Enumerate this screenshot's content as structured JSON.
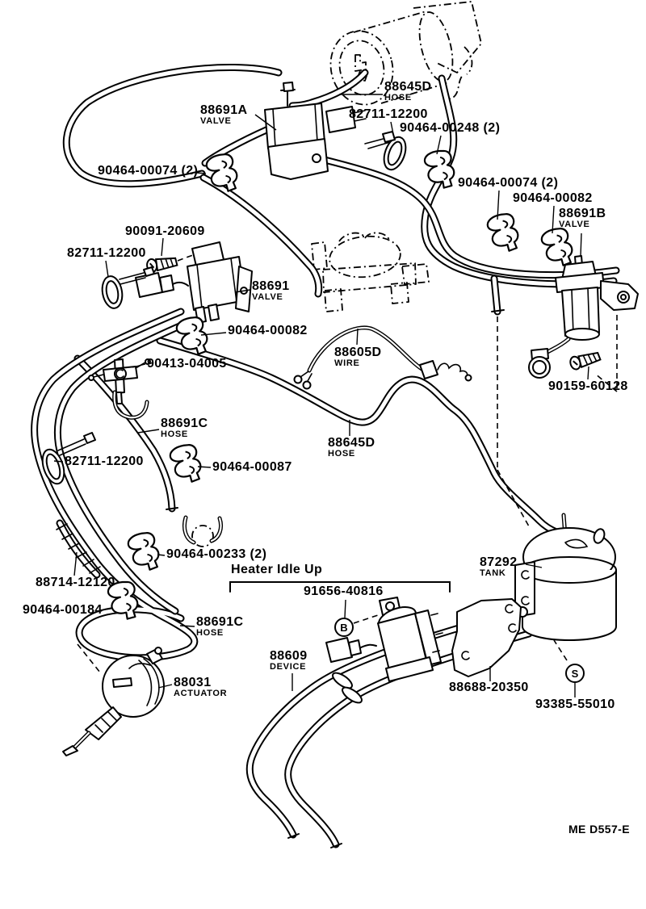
{
  "diagram": {
    "figure_code": "ME D557-E",
    "system_note": "Heater Idle Up",
    "callout_b": "B",
    "callout_s": "S"
  },
  "labels": {
    "hose_top": {
      "number": "88645D",
      "sub": "HOSE"
    },
    "valve_a": {
      "number": "88691A",
      "sub": "VALVE"
    },
    "clamp_top": {
      "number": "82711-12200"
    },
    "clip_00248": {
      "number": "90464-00248 (2)"
    },
    "clip_00074_left": {
      "number": "90464-00074 (2)"
    },
    "clip_00074_right": {
      "number": "90464-00074 (2)"
    },
    "clip_00082_right": {
      "number": "90464-00082"
    },
    "valve_b": {
      "number": "88691B",
      "sub": "VALVE"
    },
    "screw_20609": {
      "number": "90091-20609"
    },
    "clamp_mid": {
      "number": "82711-12200"
    },
    "valve_main": {
      "number": "88691",
      "sub": "VALVE"
    },
    "clip_00082_center": {
      "number": "90464-00082"
    },
    "wire": {
      "number": "88605D",
      "sub": "WIRE"
    },
    "sensor": {
      "number": "90413-04005"
    },
    "hose_c_upper": {
      "number": "88691C",
      "sub": "HOSE"
    },
    "hose_mid": {
      "number": "88645D",
      "sub": "HOSE"
    },
    "tie": {
      "number": "82711-12200"
    },
    "clip_00087": {
      "number": "90464-00087"
    },
    "screw_60128": {
      "number": "90159-60128"
    },
    "clip_00233": {
      "number": "90464-00233 (2)"
    },
    "hose_12120": {
      "number": "88714-12120"
    },
    "valve_40816": {
      "number": "91656-40816"
    },
    "clamp_00184": {
      "number": "90464-00184"
    },
    "hose_c_lower": {
      "number": "88691C",
      "sub": "HOSE"
    },
    "device": {
      "number": "88609",
      "sub": "DEVICE"
    },
    "actuator": {
      "number": "88031",
      "sub": "ACTUATOR"
    },
    "tank": {
      "number": "87292",
      "sub": "TANK"
    },
    "bracket": {
      "number": "88688-20350"
    },
    "screw_55010": {
      "number": "93385-55010"
    }
  }
}
